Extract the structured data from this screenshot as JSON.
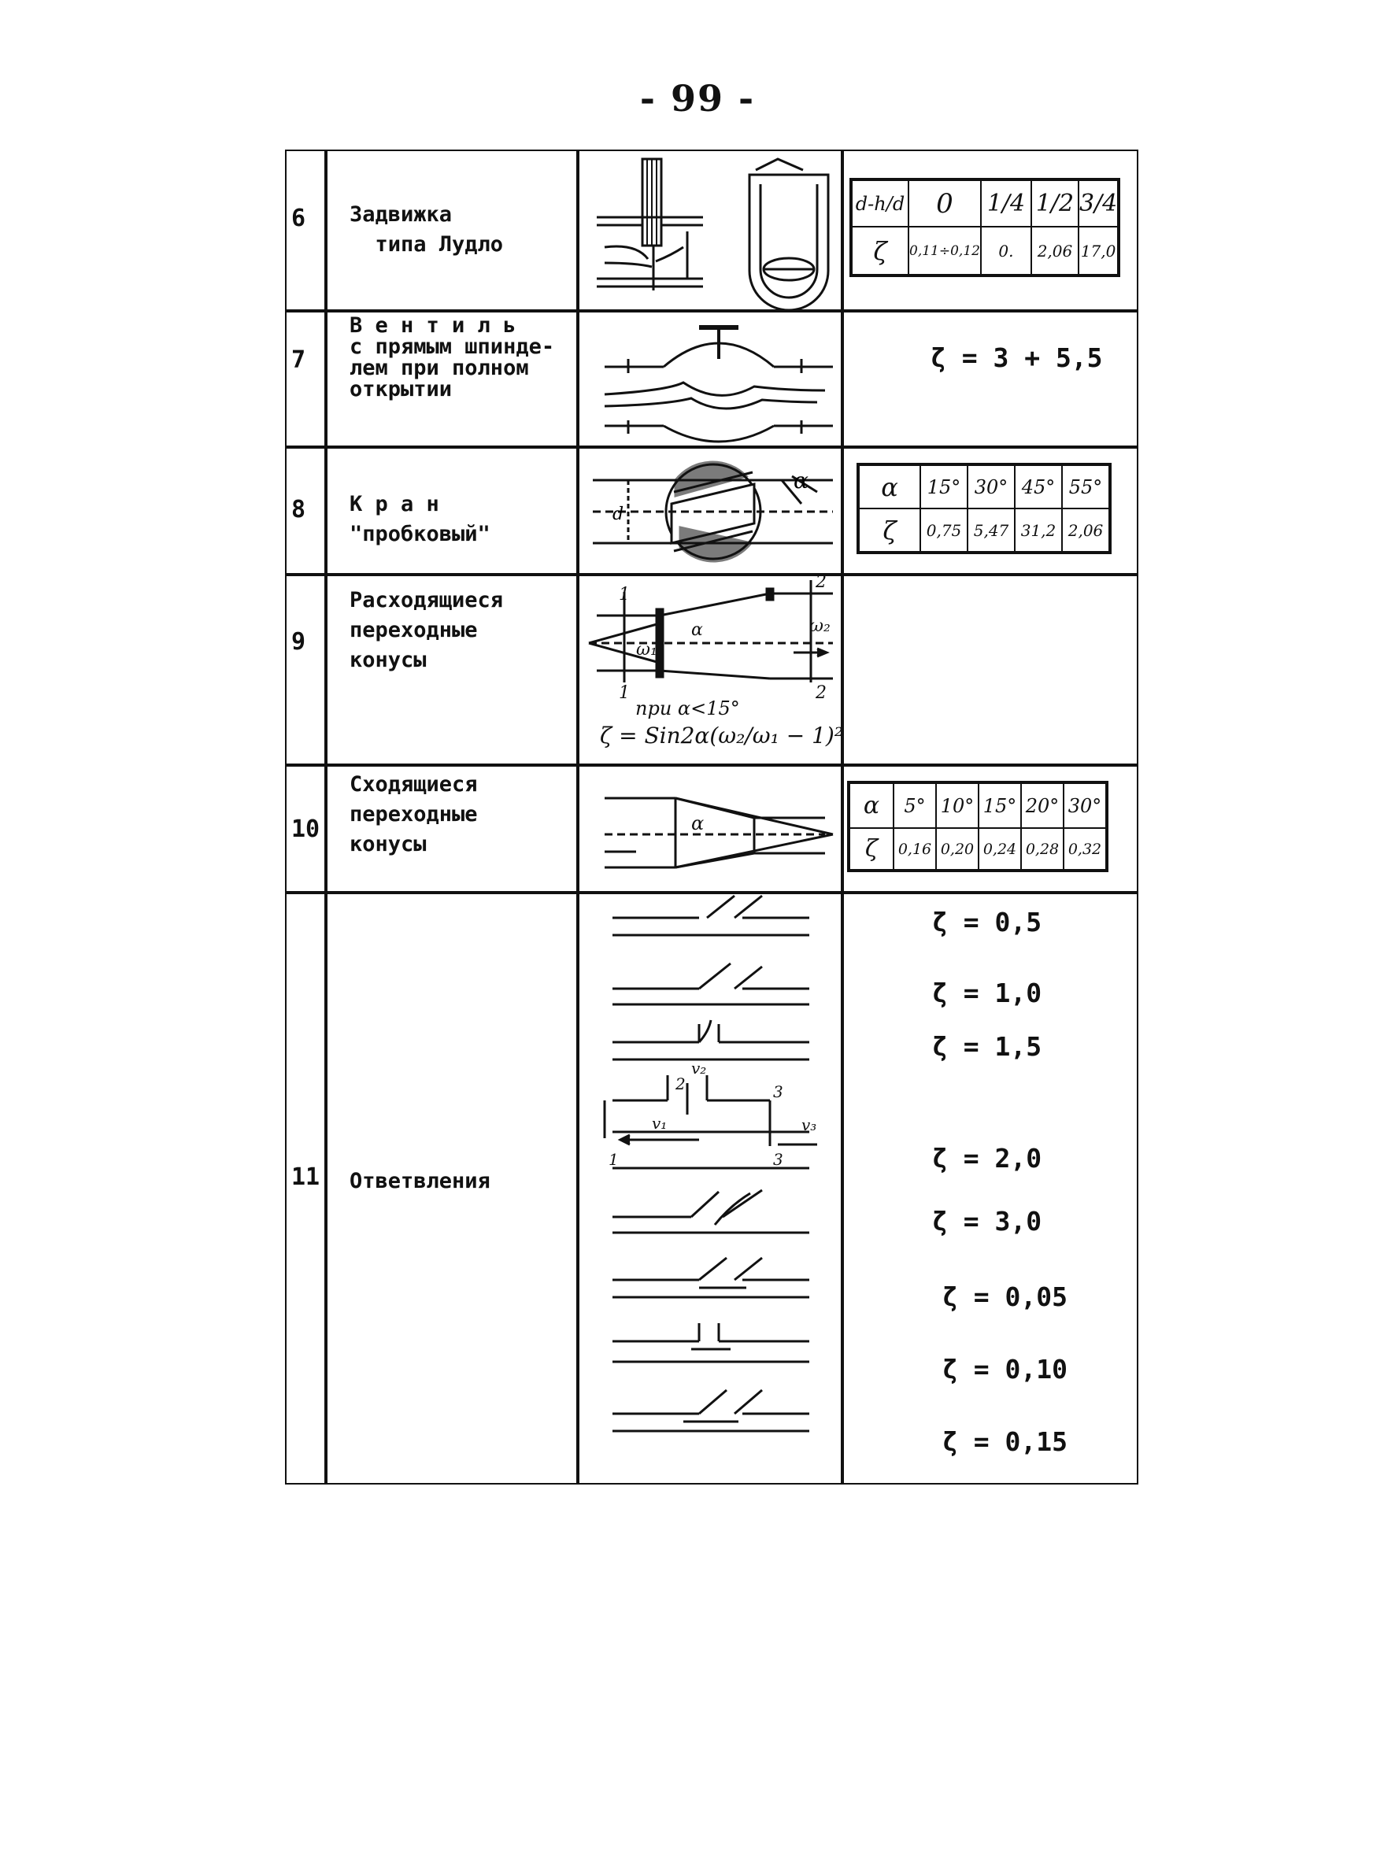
{
  "page_number": "- 99 -",
  "rows": [
    {
      "num": "6",
      "name": "Задвижка\n  типа Лудло",
      "table": {
        "header": [
          "d-h/d",
          "0",
          "1/4",
          "1/2",
          "3/4"
        ],
        "zeta": [
          "ζ",
          "0,11÷0,12",
          "0.",
          "2,06",
          "17,0"
        ]
      }
    },
    {
      "num": "7",
      "name": "В е н т и л ь\nс прямым шпинде-\nлем при полном\nоткрытии",
      "zeta": "ζ = 3 + 5,5"
    },
    {
      "num": "8",
      "name": "К р а н\n\"пробковый\"",
      "table": {
        "header": [
          "α",
          "15°",
          "30°",
          "45°",
          "55°"
        ],
        "zeta": [
          "ζ",
          "0,75",
          "5,47",
          "31,2",
          "2,06"
        ]
      }
    },
    {
      "num": "9",
      "name": "Расходящиеся\nпереходные\nконусы",
      "note": "при α<15°",
      "formula": "ζ = Sin2α(ω₂/ω₁ − 1)²"
    },
    {
      "num": "10",
      "name": "Сходящиеся\nпереходные\nконусы",
      "table": {
        "header": [
          "α",
          "5°",
          "10°",
          "15°",
          "20°",
          "30°"
        ],
        "zeta": [
          "ζ",
          "0,16",
          "0,20",
          "0,24",
          "0,28",
          "0,32"
        ]
      }
    },
    {
      "num": "11",
      "name": "Ответвления",
      "zetas": [
        "ζ = 0,5",
        "ζ = 1,0",
        "ζ = 1,5",
        "ζ = 2,0",
        "ζ = 3,0",
        "ζ = 0,05",
        "ζ = 0,10",
        "ζ = 0,15"
      ]
    }
  ]
}
